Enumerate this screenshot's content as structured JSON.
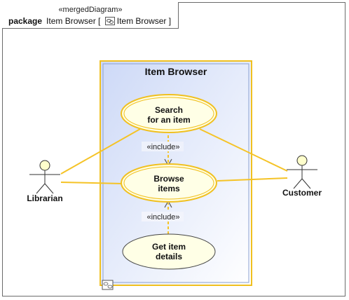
{
  "frame": {
    "stereotype": "«mergedDiagram»",
    "keyword": "package",
    "name_prefix": "Item Browser [",
    "name_suffix": "Item Browser ]"
  },
  "system": {
    "title": "Item Browser"
  },
  "use_cases": [
    {
      "id": "search",
      "line1": "Search",
      "line2": "for an item"
    },
    {
      "id": "browse",
      "line1": "Browse",
      "line2": "items"
    },
    {
      "id": "details",
      "line1": "Get item",
      "line2": "details"
    }
  ],
  "include_labels": [
    "«include»",
    "«include»"
  ],
  "actors": [
    {
      "id": "librarian",
      "name": "Librarian"
    },
    {
      "id": "customer",
      "name": "Customer"
    }
  ],
  "colors": {
    "border_gold": "#f0c020",
    "system_fill": "#d8e2fb",
    "usecase_fill": "#ffffe0",
    "actor_head": "#ffffcc",
    "line": "#f5c326"
  }
}
